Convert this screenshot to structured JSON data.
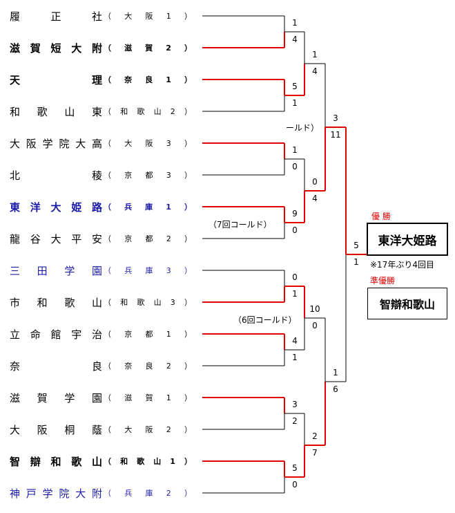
{
  "teams": [
    {
      "name": "履正社",
      "pref": "大阪",
      "seed": "1",
      "color": "black",
      "bold": false
    },
    {
      "name": "滋賀短大附",
      "pref": "滋賀",
      "seed": "2",
      "color": "black",
      "bold": true
    },
    {
      "name": "天理",
      "pref": "奈良",
      "seed": "1",
      "color": "black",
      "bold": true
    },
    {
      "name": "和歌山東",
      "pref": "和歌山",
      "seed": "2",
      "color": "black",
      "bold": false
    },
    {
      "name": "大阪学院大高",
      "pref": "大阪",
      "seed": "3",
      "color": "black",
      "bold": false
    },
    {
      "name": "北稜",
      "pref": "京都",
      "seed": "3",
      "color": "black",
      "bold": false
    },
    {
      "name": "東洋大姫路",
      "pref": "兵庫",
      "seed": "1",
      "color": "blue",
      "bold": true
    },
    {
      "name": "龍谷大平安",
      "pref": "京都",
      "seed": "2",
      "color": "black",
      "bold": false
    },
    {
      "name": "三田学園",
      "pref": "兵庫",
      "seed": "3",
      "color": "blue",
      "bold": false
    },
    {
      "name": "市和歌山",
      "pref": "和歌山",
      "seed": "3",
      "color": "black",
      "bold": false
    },
    {
      "name": "立命館宇治",
      "pref": "京都",
      "seed": "1",
      "color": "black",
      "bold": false
    },
    {
      "name": "奈良",
      "pref": "奈良",
      "seed": "2",
      "color": "black",
      "bold": false
    },
    {
      "name": "滋賀学園",
      "pref": "滋賀",
      "seed": "1",
      "color": "black",
      "bold": false
    },
    {
      "name": "大阪桐蔭",
      "pref": "大阪",
      "seed": "2",
      "color": "black",
      "bold": false
    },
    {
      "name": "智辯和歌山",
      "pref": "和歌山",
      "seed": "1",
      "color": "black",
      "bold": true
    },
    {
      "name": "神戸学院大附",
      "pref": "兵庫",
      "seed": "2",
      "color": "blue",
      "bold": false
    }
  ],
  "scores": {
    "r1": [
      [
        "1",
        "4"
      ],
      [
        "5",
        "1"
      ],
      [
        "1",
        "0"
      ],
      [
        "9",
        "0"
      ],
      [
        "0",
        "1"
      ],
      [
        "4",
        "1"
      ],
      [
        "3",
        "2"
      ],
      [
        "5",
        "0"
      ]
    ],
    "r2": [
      [
        "1",
        "4"
      ],
      [
        "0",
        "4"
      ],
      [
        "10",
        "0"
      ],
      [
        "2",
        "7"
      ]
    ],
    "r3": [
      [
        "3",
        "11"
      ],
      [
        "1",
        "6"
      ]
    ],
    "final": [
      "5",
      "1"
    ]
  },
  "notes": {
    "cold_partial": "ールド）",
    "cold7": "（7回コールド）",
    "cold6": "（6回コールド）",
    "seventeen": "※17年ぶり4回目"
  },
  "results": {
    "champion_label": "優 勝",
    "champion": "東洋大姫路",
    "runnerup_label": "準優勝",
    "runnerup": "智辯和歌山"
  },
  "colors": {
    "win": "#e00000",
    "line": "#000000",
    "blue_team": "#1a1aa6"
  }
}
